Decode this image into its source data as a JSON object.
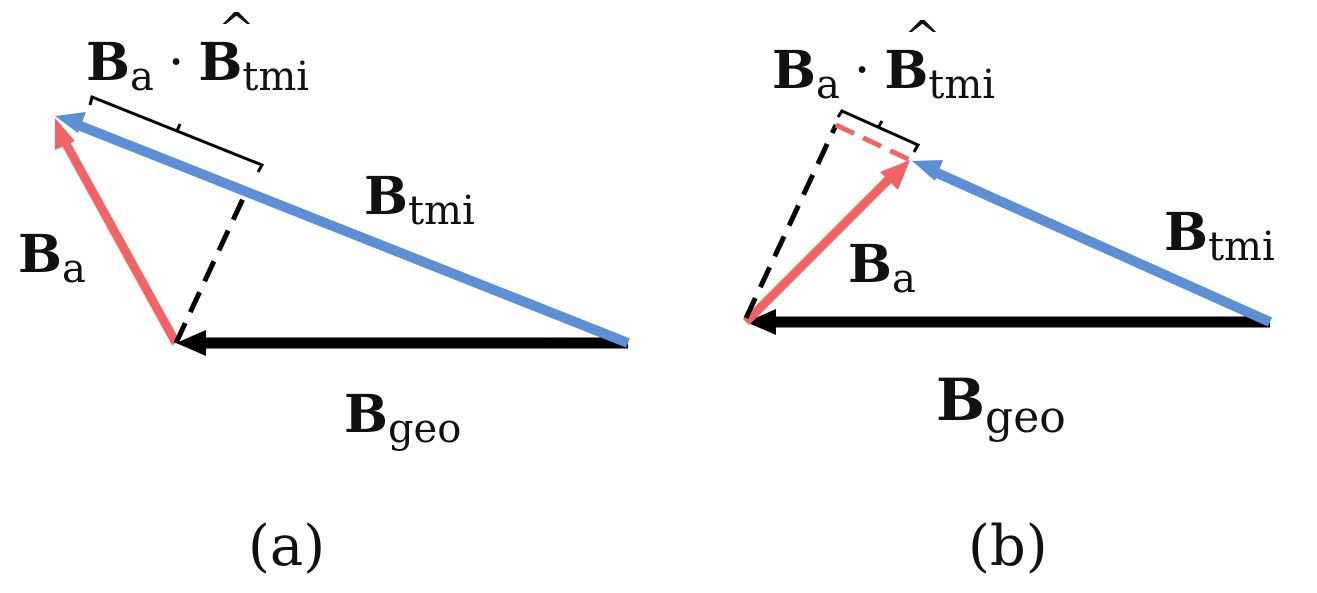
{
  "colors": {
    "b_tmi": "#5b8fd6",
    "b_a": "#f26464",
    "b_geo": "#000000",
    "guide": "#000000"
  },
  "panel_a": {
    "label": "(a)",
    "proj_base": "B",
    "proj_base_sub": "a",
    "proj_dot": "·",
    "proj_hat": "B",
    "proj_hat_sub": "tmi",
    "hat_glyph": "^",
    "tmi_base": "B",
    "tmi_sub": "tmi",
    "ba_base": "B",
    "ba_sub": "a",
    "geo_base": "B",
    "geo_sub": "geo"
  },
  "panel_b": {
    "label": "(b)",
    "proj_base": "B",
    "proj_base_sub": "a",
    "proj_dot": "·",
    "proj_hat": "B",
    "proj_hat_sub": "tmi",
    "hat_glyph": "^",
    "tmi_base": "B",
    "tmi_sub": "tmi",
    "ba_base": "B",
    "ba_sub": "a",
    "geo_base": "B",
    "geo_sub": "geo"
  }
}
